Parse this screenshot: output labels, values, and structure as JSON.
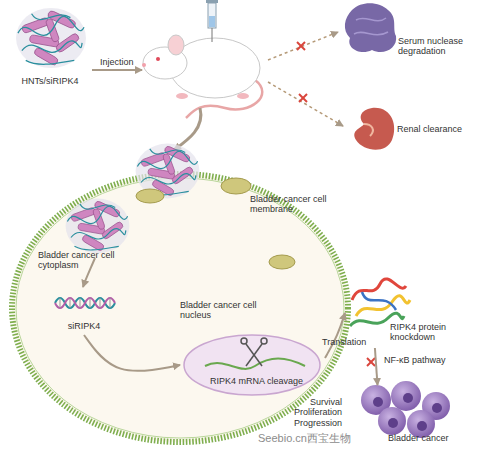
{
  "diagram": {
    "nodes": [
      {
        "text": [
          "HNTs/siRIPK4"
        ]
      },
      {
        "text": [
          "Serum nuclease degradation"
        ]
      },
      {
        "text": [
          "Renal clearance"
        ]
      },
      {
        "text": [
          "Bladder cancer cell membrane",
          "Bladder cancer cell cytoplasm"
        ]
      },
      {
        "text": [
          "siRIPK4"
        ],
        "in": 3
      },
      {
        "text": [
          "Bladder cancer cell nucleus",
          "RIPK4 mRNA cleavage"
        ],
        "in": 3
      },
      {
        "text": [
          "RIPK4 protein knockdown"
        ]
      },
      {
        "text": [
          "Survival Proliferation Progression",
          "Bladder cancer"
        ]
      }
    ],
    "edges": [
      {
        "from": 4,
        "to": 5,
        "arrow": "to"
      },
      {
        "from": 5,
        "to": 6,
        "label": "Translation",
        "arrow": "to"
      },
      {
        "from": 6,
        "to": 7,
        "label": "NF-κB pathway",
        "arrow": "to"
      }
    ],
    "labels": [
      "Injection",
      "Seebio.cn西宝生物"
    ]
  }
}
